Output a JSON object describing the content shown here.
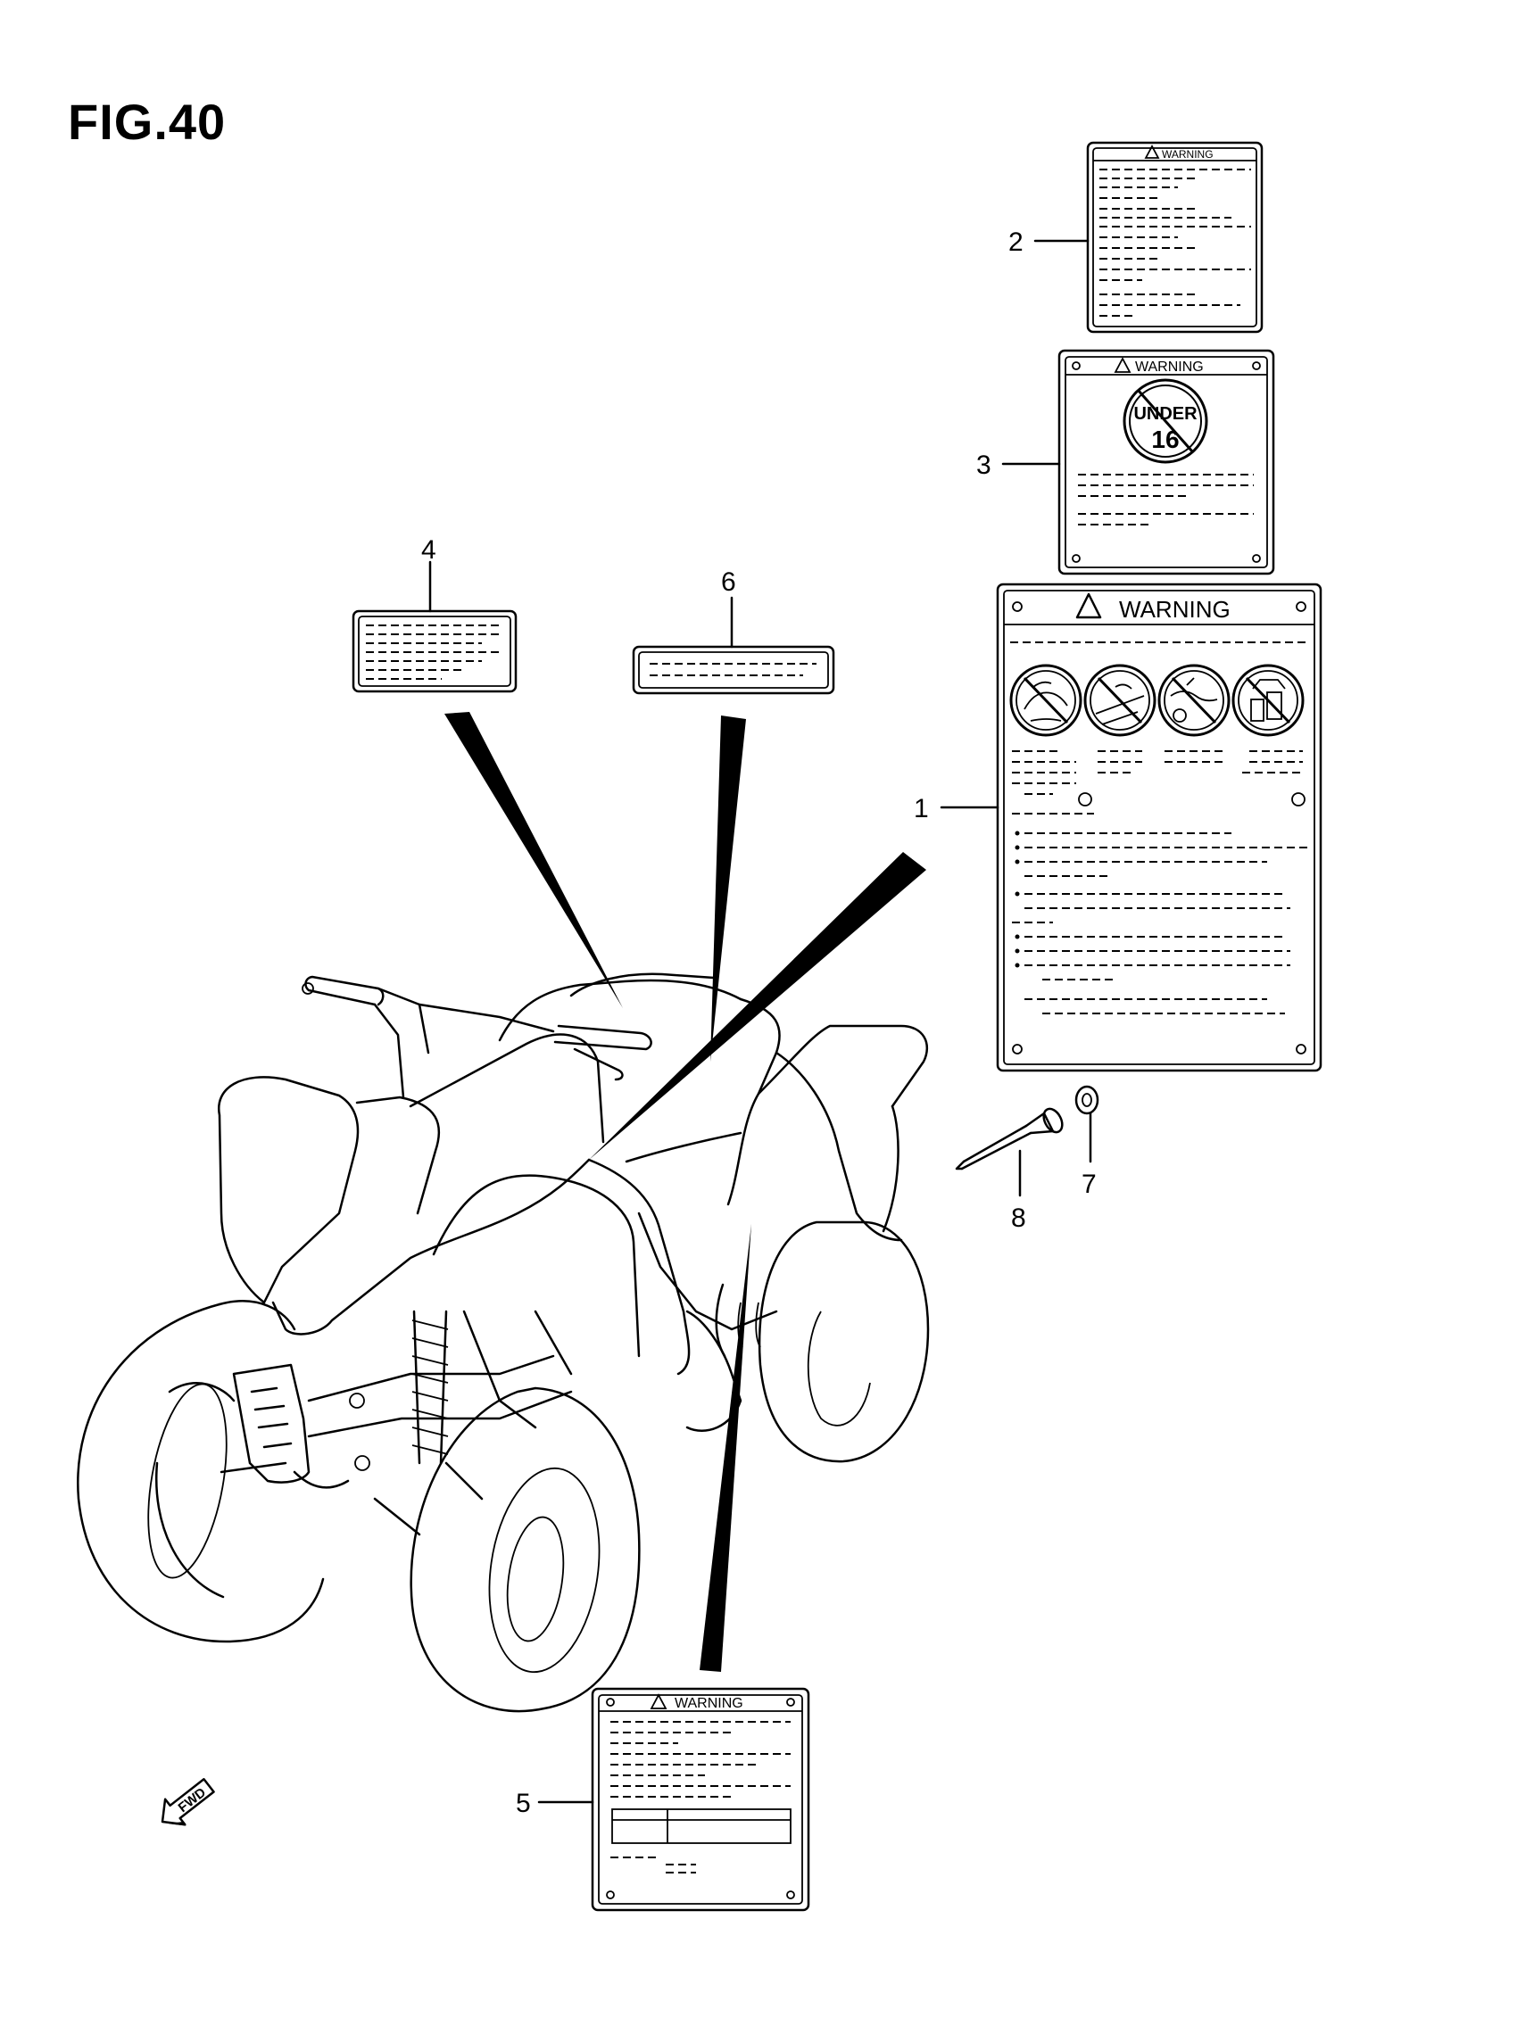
{
  "figure": {
    "title": "FIG.40"
  },
  "callouts": [
    {
      "id": "1",
      "label": "1"
    },
    {
      "id": "2",
      "label": "2"
    },
    {
      "id": "3",
      "label": "3"
    },
    {
      "id": "4",
      "label": "4"
    },
    {
      "id": "5",
      "label": "5"
    },
    {
      "id": "6",
      "label": "6"
    },
    {
      "id": "7",
      "label": "7"
    },
    {
      "id": "8",
      "label": "8"
    }
  ],
  "labels": {
    "label_1_header": "WARNING",
    "label_2_header": "WARNING",
    "label_3_header": "WARNING",
    "label_3_badge_top": "UNDER",
    "label_3_badge_num": "16",
    "label_5_header": "WARNING"
  },
  "direction_badge": "FWD"
}
